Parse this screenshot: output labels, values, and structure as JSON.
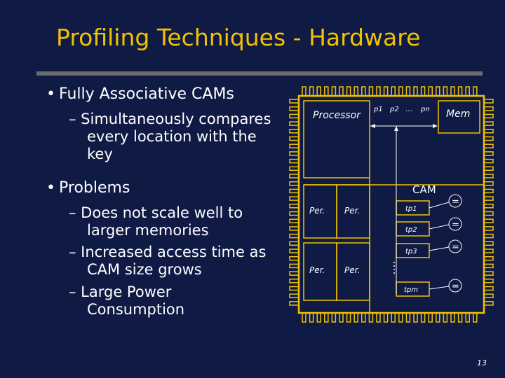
{
  "slide": {
    "title": "Profiling Techniques - Hardware",
    "page_number": "13"
  },
  "bullets": [
    {
      "text": "Fully Associative CAMs",
      "subs": [
        "– Simultaneously compares every location with the key"
      ]
    },
    {
      "text": "Problems",
      "subs": [
        "– Does not scale well to larger memories",
        "– Increased access time as CAM size grows",
        "– Large Power Consumption"
      ]
    }
  ],
  "diagram": {
    "processor_label": "Processor",
    "mem_label": "Mem",
    "port_labels": [
      "p1",
      "p2",
      "…",
      "pn"
    ],
    "cam_label": "CAM",
    "peripherals": [
      "Per.",
      "Per.",
      "Per.",
      "Per."
    ],
    "cam_entries": [
      "tp1",
      "tp2",
      "tp3",
      "tpm"
    ],
    "comparator_symbol": "=",
    "colors": {
      "chip_outline": "#f2c200",
      "background": "#0f1a45",
      "text": "#ffffff"
    }
  }
}
